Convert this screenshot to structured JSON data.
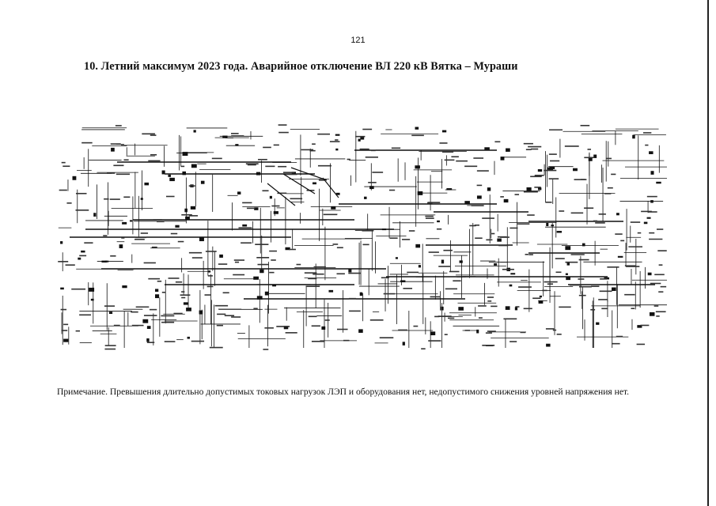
{
  "page_number": "121",
  "title": "10. Летний максимум 2023 года. Аварийное отключение ВЛ 220 кВ Вятка – Мураши",
  "note": "Примечание. Превышения длительно допустимых токовых нагрузок ЛЭП и оборудования нет, недопустимого снижения уровней напряжения нет.",
  "colors": {
    "ink": "#111111",
    "paper": "#ffffff"
  }
}
